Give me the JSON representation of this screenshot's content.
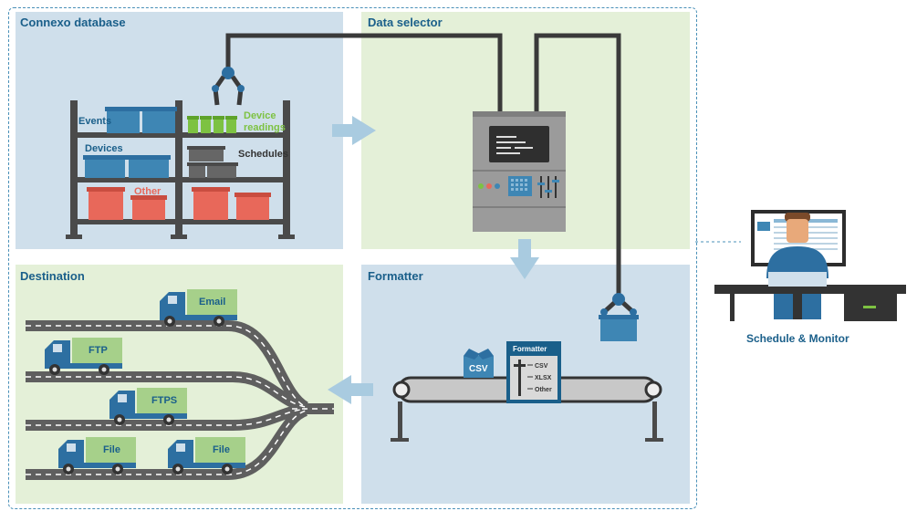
{
  "panels": {
    "database": {
      "title": "Connexo database"
    },
    "selector": {
      "title": "Data selector"
    },
    "formatter": {
      "title": "Formatter"
    },
    "destination": {
      "title": "Destination"
    }
  },
  "shelf": {
    "events": "Events",
    "devices": "Devices",
    "other": "Other",
    "device_readings_1": "Device",
    "device_readings_2": "readings",
    "schedules": "Schedules"
  },
  "formatter_box": {
    "box_label": "CSV",
    "machine_title": "Formatter",
    "option_csv": "CSV",
    "option_xlsx": "XLSX",
    "option_other": "Other"
  },
  "trucks": {
    "email": "Email",
    "ftp": "FTP",
    "ftps": "FTPS",
    "file1": "File",
    "file2": "File"
  },
  "monitor": {
    "label": "Schedule & Monitor"
  },
  "colors": {
    "blue_panel": "#cfdfeb",
    "green_panel": "#e4f0d8",
    "title_blue": "#1a5f8a",
    "bin_blue": "#3e86b4",
    "bin_red": "#e8685a",
    "bin_green": "#7dc242",
    "truck_blue": "#2d6fa1",
    "road_gray": "#5f5f5f"
  }
}
